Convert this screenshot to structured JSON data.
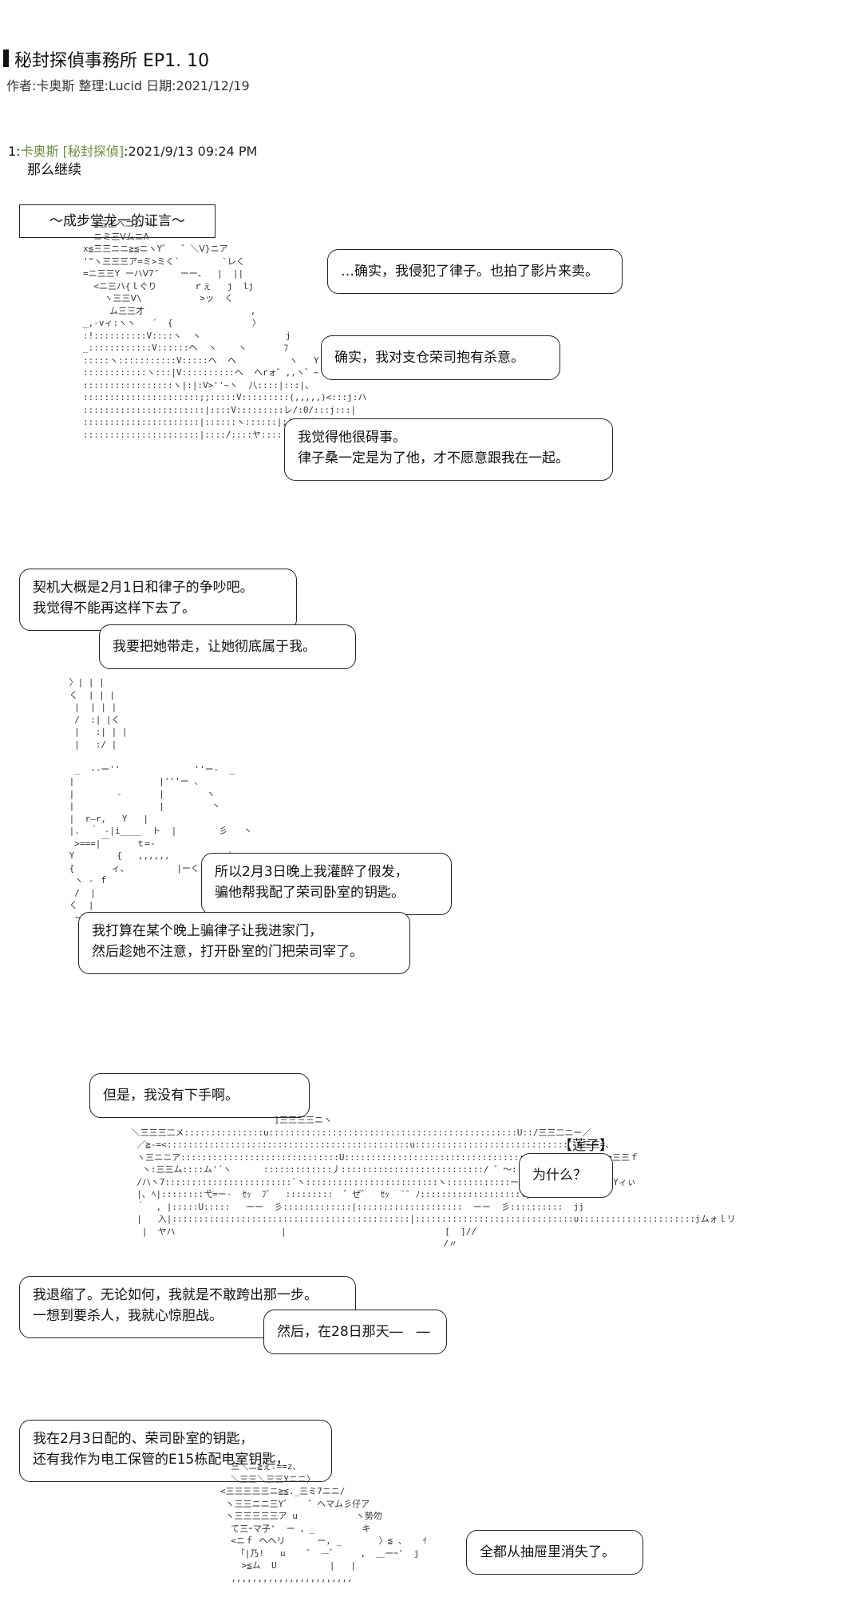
{
  "header": {
    "title": "秘封探偵事務所 EP1. 10",
    "meta": "作者:卡奥斯 整理:Lucid 日期:2021/12/19"
  },
  "post": {
    "number": "1:",
    "author": "卡奥斯 [秘封探偵]",
    "timestamp": ":2021/9/13 09:24 PM",
    "body": "那么继续"
  },
  "testimony_box": "～成步堂龙一的证言～",
  "dialogue": {
    "b1": "…确实，我侵犯了律子。也拍了影片来卖。",
    "b2": "确实，我对支仓荣司抱有杀意。",
    "b3_l1": "我觉得他很碍事。",
    "b3_l2": "律子桑一定是为了他，才不愿意跟我在一起。",
    "b4_l1": "契机大概是2月1日和律子的争吵吧。",
    "b4_l2": "我觉得不能再这样下去了。",
    "b5": "我要把她带走，让她彻底属于我。",
    "b6_l1": "所以2月3日晚上我灌醉了假发，",
    "b6_l2": "骗他帮我配了荣司卧室的钥匙。",
    "b7_l1": "我打算在某个晚上骗律子让我进家门，",
    "b7_l2": "然后趁她不注意，打开卧室的门把荣司宰了。",
    "b8": "但是，我没有下手啊。",
    "speaker_label": "【莲子】",
    "b9": "为什么？",
    "b10_l1": "我退缩了。无论如何，我就是不敢跨出那一步。",
    "b10_l2": "一想到要杀人，我就心惊胆战。",
    "b11": "然后，在28日那天―　―",
    "b12_l1": "我在2月3日配的、荣司卧室的钥匙，",
    "b12_l2": "还有我作为电工保管的E15栋配电室钥匙，",
    "b13": "全都从抽屉里消失了。"
  },
  "ascii_art": {
    "figure1": "  ≦三三ヘニム丶、\n  ニミ三ⅤムニΛ\nx≦三三ニニ≧≦ニヽY゛  ゛＼Ⅴ}ニア\n'\"ヽ三三三ア=ミ>ミく`        `レく\n=ニ三三Y ーハⅤ7″    ーー、  |  ||\n  <ニ三ハ{ｌぐり       ｒぇ   j  lj\n    ヽ三三Ⅴ\\           >ッ  く\n     ム三三才                    ,\n_,-vィ:ヽヽ   ´  {               〉\n:!::::::::::V::::ヽ  ヽ                j\n_::::::::::::V::::::ヘ  ヽ    ヽ       ﾌ\n:::::ヽ:::::::::::V:::::ヘ  ヘ          ヽ   Y\n::::::::::::ヽ:::|V::::::::::ヘ  ヘrォ゛,,ヽ゛~\n:::::::::::::::::ヽ|:|:V>''~ヽ  八::::|:::|、\n::::::::::::::::::::::;;:::::V:::::::::(,,,,,)<:::j:ハ\n:::::::::::::::::::::::|::::V:::::::::レ/:0/:::j:::|\n::::::::::::::::::::::|::::::ヽ::::::|;|:::ム/::::::ハ\n::::::::::::::::::::::|::::/::::ヤ::::|;|ム/:::::ハ",
    "figure2": " 〉| | |\n く  | | |\n  |  | | |\n  /  :| |く\n  |   :| | |\n  |   :/ |\n\n  _  --ー''              ''ー-  _\n |                |'''ー 、\n |        -       |        ヽ\n |                |         丶\n |  r―r,   Y   |\n |.  ｀ -|i____  ト  |        彡   丶\n  >===|￣     ｔ=-\n Y        {   ,,,,,,          ／\n {       ィ、         |ーく\n  ヽ - ｆ\n  /  |\n く  |\n  ー-ヽ\n        ヽ_ノ                   /\n        /                     /\n       {                     /",
    "figure3": "                            ]三三三三ニヽ\n ＼三三三二メ:::::::::::::::u:::::::::::::::::::::::::::::::::::::::::::::::U::/三三二ニー／\n  ／≧-=<::::::::::::::::::::::::::::::::::::::::::::::u:::::::::::::::::::::::::::::゛>三三=、\n  ヽ三ニニア::::::::::::::::::::::::::::::U::::::::::::::::::::::::::::::::::::::::::::::::ヽ≧三三ｆ\n   ヽ:三三ム::::ム'´ヽ      :::::::::::::丿:::::::::::::::::::::::::::/ ゛〜:::::心三/\n  /ハヽ7::::::::::::::::::::::::`ヽ:::::::::::::::::::::::::ヽ::::::::::::ーｰ''´:::::::::::::YYィぃ\n  |､ ﾍ|::::::::弋=ー-  ｾｯ  ﾌ゛  :::::::::  ゛ぜ゛  ｾｯ  ̄ ̄  ﾉ:::::::::::::::::::lj ﾊ ハ\n  ｀  , |:::::U:::::   ーー  彡:::::::::::::|::::::::::::::::::::  ーー  彡::::::::::  jj\n  |   入|:::::::::::::::::::::::::::::::::::::::::::::|::::::::::::::::::::::::::::::u::::::::::::::::::::::jムォｌリ\n   |  ヤハ                    |                              [  ]//\n                                                            /〃",
    "figure4": "  三＼ニ≧ぇ.==z、\n  ＼三三＼三三Yニニ〉\n<三三三三三ニ≧≦._三ミ7ニニ/\n ヽ三三ニニ三Y゛   ゛ヘマム彡仔ア\n ヽ三三三三三ア u           ヽ㔟勿\n  て三ｰマ子'  ー 、_         キ\n  <ニｆ ヘヘリ      ー, _       〉≦ 、   ｲ\n   「|乃!   u    ゛ ―ﾞ     ,  ＿ーｰ'  j\n    >≦ム  U          |   |\n  ,,,,,,,,,,,,,,,,,,,,,,,"
  }
}
